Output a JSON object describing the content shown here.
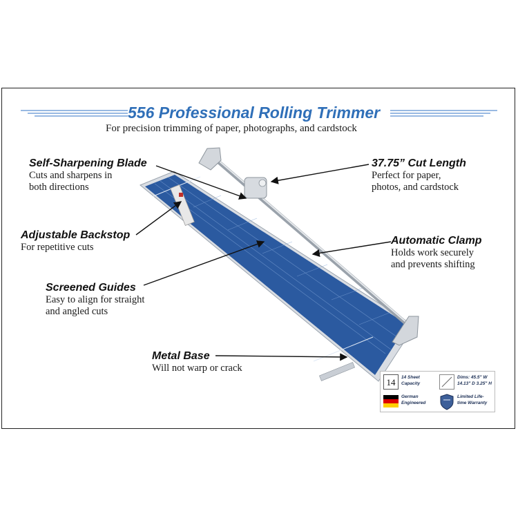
{
  "title": "556 Professional Rolling Trimmer",
  "subtitle": "For precision trimming of paper, photographs, and cardstock",
  "callouts": {
    "blade": {
      "heading": "Self-Sharpening Blade",
      "line1": "Cuts and sharpens in",
      "line2": "both directions"
    },
    "backstop": {
      "heading": "Adjustable Backstop",
      "line1": "For repetitive cuts"
    },
    "guides": {
      "heading": "Screened Guides",
      "line1": "Easy to align for straight",
      "line2": "and angled cuts"
    },
    "base": {
      "heading": "Metal Base",
      "line1": "Will not warp or crack"
    },
    "cut_length": {
      "heading": "37.75” Cut Length",
      "line1": "Perfect for paper,",
      "line2": "photos, and cardstock"
    },
    "clamp": {
      "heading": "Automatic Clamp",
      "line1": "Holds work securely",
      "line2": "and prevents shifting"
    }
  },
  "badges": {
    "capacity": {
      "number": "14",
      "line1": "14 Sheet",
      "line2": "Capacity"
    },
    "dims": {
      "line1": "Dims: 45.5\" W",
      "line2": "14.13\" D  3.25\" H"
    },
    "german": {
      "line1": "German",
      "line2": "Engineered"
    },
    "warranty": {
      "line1": "Limited Life-",
      "line2": "time Warranty"
    }
  },
  "colors": {
    "title_blue": "#2f6fb8",
    "board_blue": "#2b5aa0",
    "frame": "#222222"
  }
}
